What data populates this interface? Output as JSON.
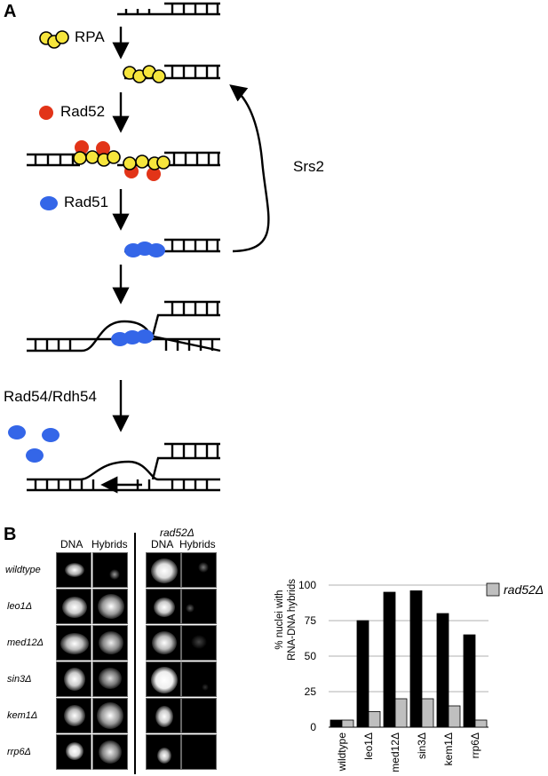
{
  "panel_a": {
    "letter": "A",
    "rpa": "RPA",
    "rad52": "Rad52",
    "rad51": "Rad51",
    "srs2": "Srs2",
    "rad54": "Rad54/Rdh54",
    "colors": {
      "rpa": "#f6e53c",
      "rad52": "#e23418",
      "rad51": "#3466e8"
    }
  },
  "panel_b": {
    "letter": "B",
    "col_dna": "DNA",
    "col_hybrids": "Hybrids",
    "col_dna2": "DNA",
    "col_hybrids2": "Hybrids",
    "mutant_header": "rad52Δ",
    "rows": [
      "wildtype",
      "leo1Δ",
      "med12Δ",
      "sin3Δ",
      "kem1Δ",
      "rrp6Δ"
    ]
  },
  "chart_data": {
    "type": "bar",
    "categories": [
      "wildtype",
      "leo1Δ",
      "med12Δ",
      "sin3Δ",
      "kem1Δ",
      "rrp6Δ"
    ],
    "series": [
      {
        "values": [
          5,
          75,
          95,
          96,
          80,
          65
        ],
        "color": "#000000"
      },
      {
        "name": "rad52Δ",
        "values": [
          5,
          11,
          20,
          20,
          15,
          5
        ],
        "color": "#bfbfbf"
      }
    ],
    "ylabel_line1": "% nuclei with",
    "ylabel_line2": "RNA-DNA hybrids",
    "yticks": [
      "0",
      "25",
      "50",
      "75",
      "100"
    ],
    "ylim": [
      0,
      100
    ],
    "grid": true,
    "legend_position": "top-right"
  }
}
